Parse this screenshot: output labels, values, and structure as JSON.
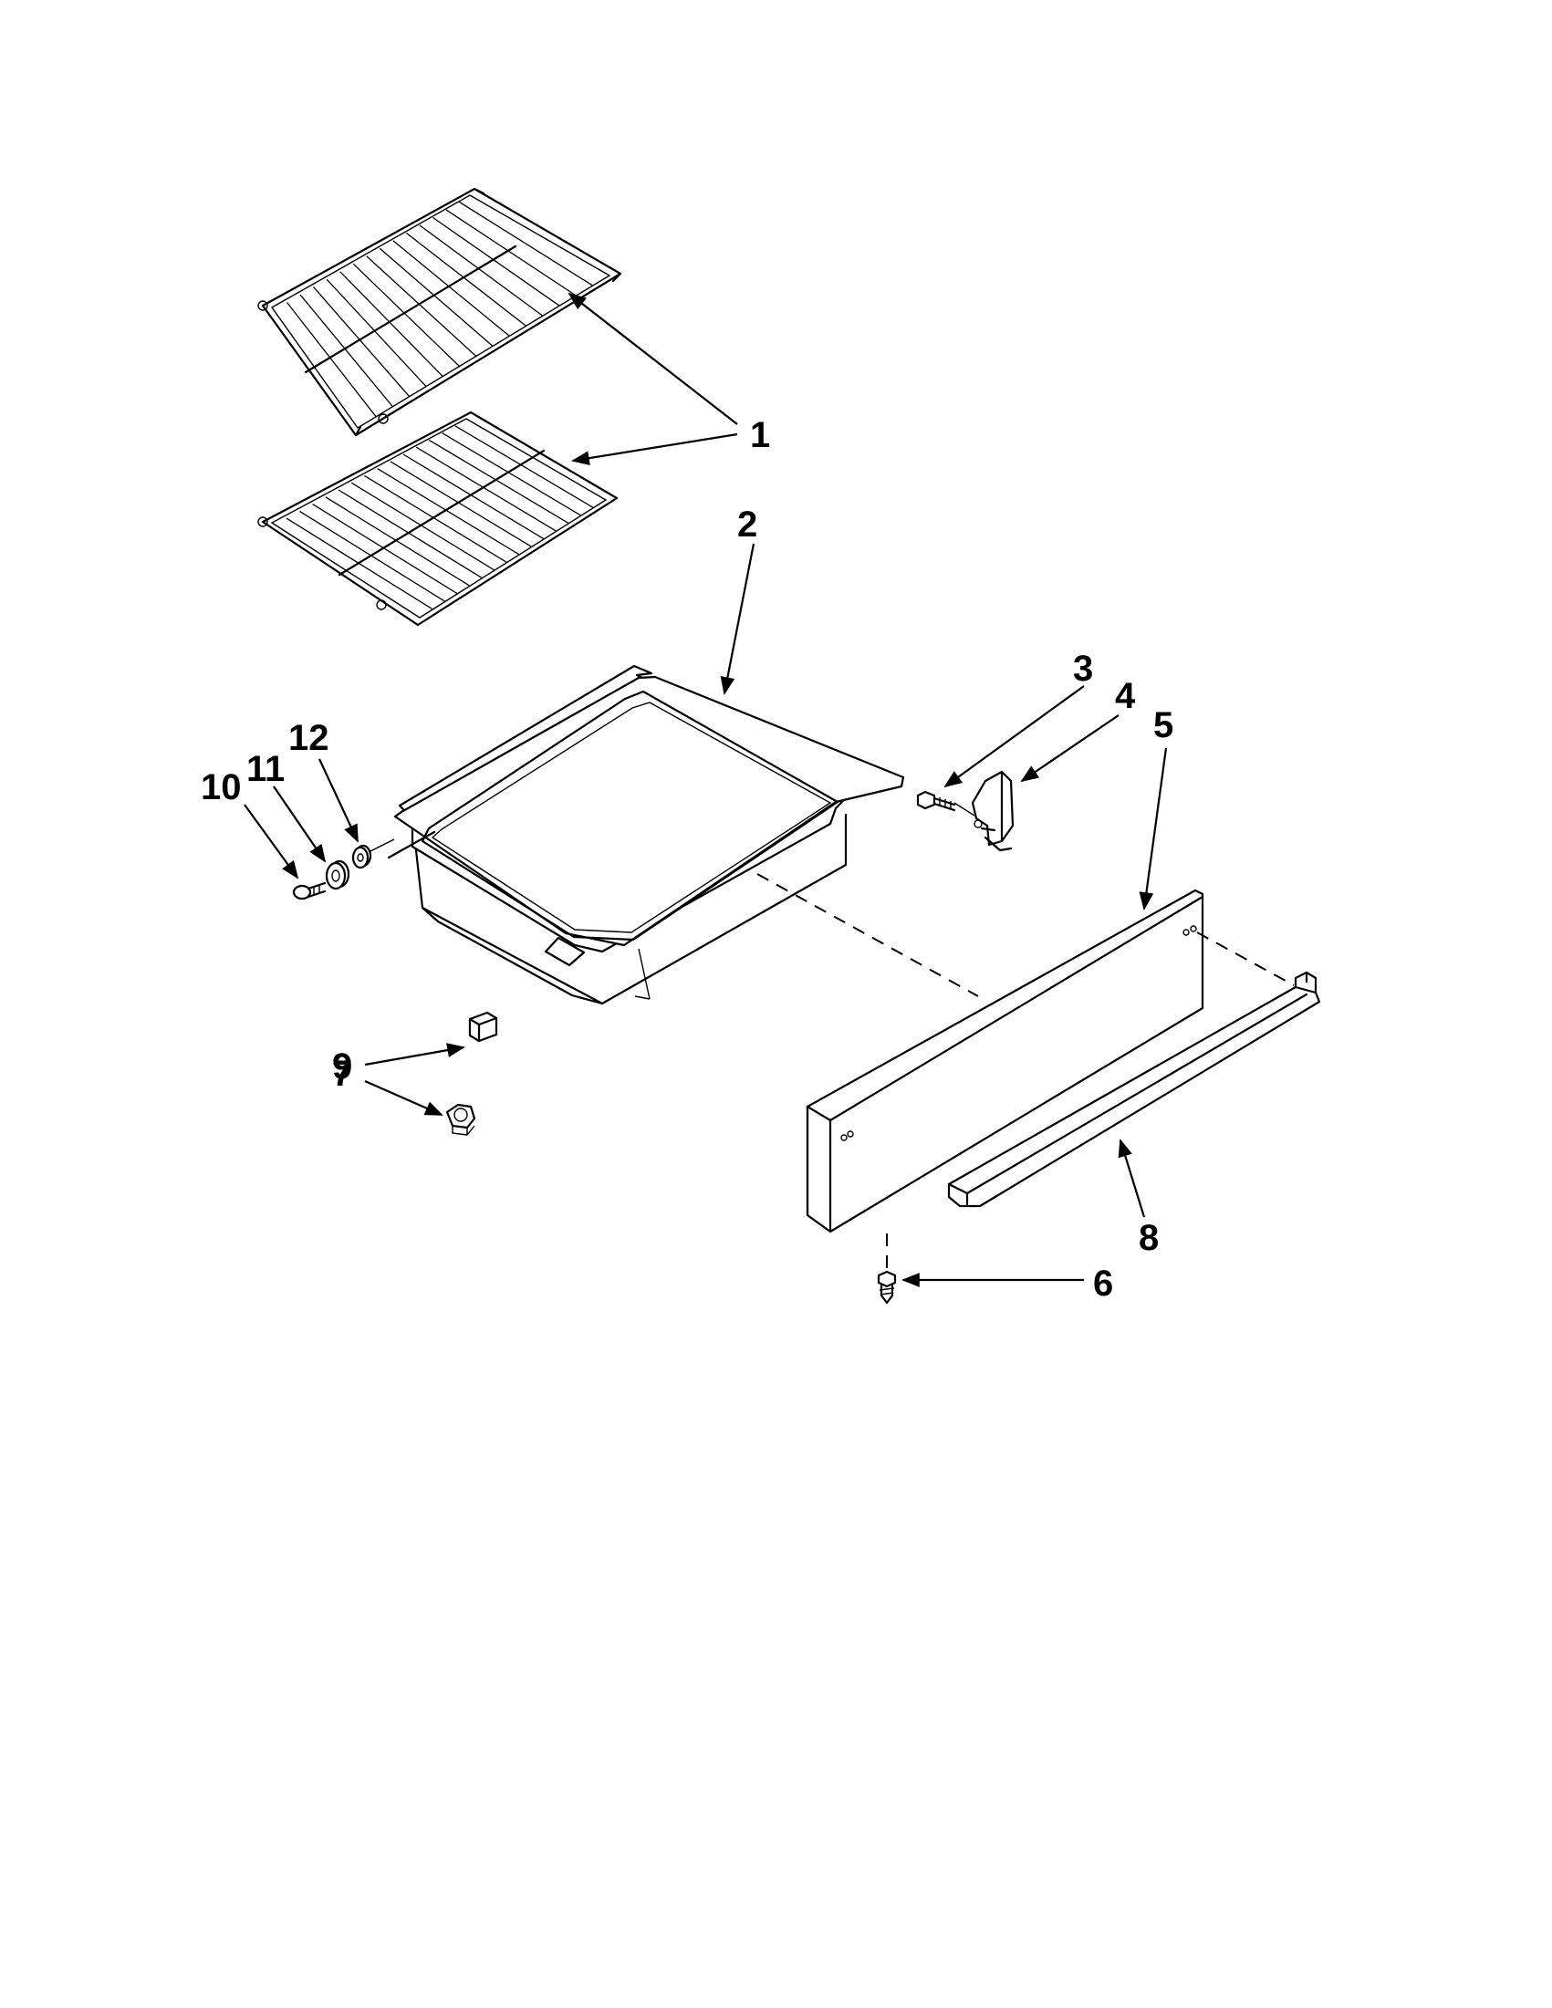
{
  "diagram": {
    "callouts": [
      {
        "id": "c1",
        "label": "1"
      },
      {
        "id": "c2",
        "label": "2"
      },
      {
        "id": "c3",
        "label": "3"
      },
      {
        "id": "c4",
        "label": "4"
      },
      {
        "id": "c5",
        "label": "5"
      },
      {
        "id": "c6",
        "label": "6"
      },
      {
        "id": "c7",
        "label": "7"
      },
      {
        "id": "c8",
        "label": "8"
      },
      {
        "id": "c9",
        "label": "9"
      },
      {
        "id": "c10",
        "label": "10"
      },
      {
        "id": "c11",
        "label": "11"
      },
      {
        "id": "c12",
        "label": "12"
      }
    ],
    "parts": [
      {
        "name": "oven-rack-upper",
        "callout": "1"
      },
      {
        "name": "oven-rack-lower",
        "callout": "1"
      },
      {
        "name": "drawer-pan",
        "callout": "2"
      },
      {
        "name": "screw",
        "callout": "3"
      },
      {
        "name": "bracket",
        "callout": "4"
      },
      {
        "name": "drawer-front-panel",
        "callout": "5"
      },
      {
        "name": "panel-screw",
        "callout": "6"
      },
      {
        "name": "nut",
        "callout": "7"
      },
      {
        "name": "handle",
        "callout": "8"
      },
      {
        "name": "bumper",
        "callout": "9"
      },
      {
        "name": "roller-screw",
        "callout": "10"
      },
      {
        "name": "roller",
        "callout": "11"
      },
      {
        "name": "spacer",
        "callout": "12"
      }
    ],
    "line_color": "#000000",
    "background_color": "#ffffff"
  }
}
